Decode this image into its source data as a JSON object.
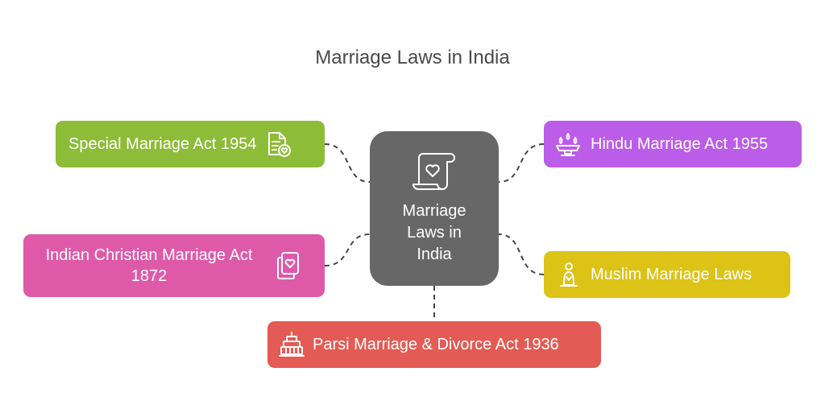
{
  "title": "Marriage Laws in India",
  "center": {
    "label": "Marriage\nLaws in\nIndia",
    "icon": "scroll-heart-icon"
  },
  "nodes": {
    "special": {
      "label": "Special Marriage Act 1954",
      "icon": "document-heart-icon",
      "color": "#8dbc38"
    },
    "hindu": {
      "label": "Hindu Marriage Act 1955",
      "icon": "ritual-lamp-icon",
      "color": "#bb5de8"
    },
    "christian": {
      "label": "Indian Christian Marriage Act\n1872",
      "icon": "certificate-heart-icon",
      "color": "#de5aa9"
    },
    "muslim": {
      "label": "Muslim Marriage Laws",
      "icon": "praying-person-icon",
      "color": "#dcc316"
    },
    "parsi": {
      "label": "Parsi Marriage & Divorce Act 1936",
      "icon": "wedding-cake-icon",
      "color": "#e35b54"
    }
  }
}
